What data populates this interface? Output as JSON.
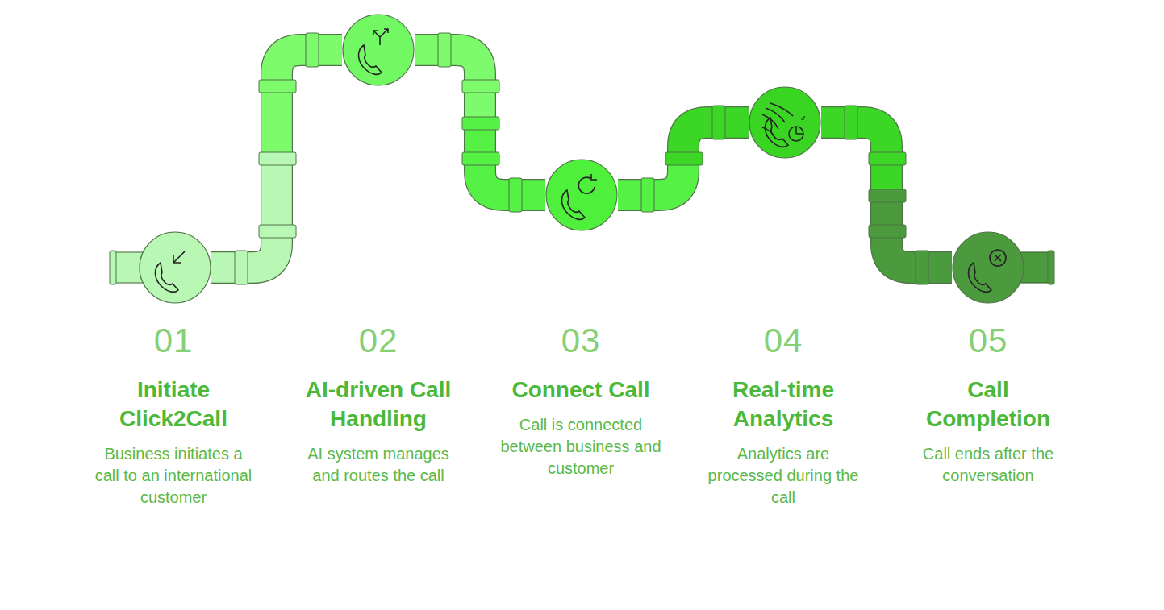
{
  "diagram": {
    "nodes": [
      {
        "text": [
          "01",
          "Initiate Click2Call",
          "Business initiates a call to an international customer"
        ]
      },
      {
        "text": [
          "02",
          "AI-driven Call Handling",
          "AI system manages and routes the call"
        ]
      },
      {
        "text": [
          "03",
          "Connect Call",
          "Call is connected between business and customer"
        ]
      },
      {
        "text": [
          "04",
          "Real-time Analytics",
          "Analytics are processed during the call"
        ]
      },
      {
        "text": [
          "05",
          "Call Completion",
          "Call ends after the conversation"
        ]
      }
    ],
    "edges": [
      {
        "from": 0,
        "to": 1,
        "arrow": "none"
      },
      {
        "from": 1,
        "to": 2,
        "arrow": "none"
      },
      {
        "from": 2,
        "to": 3,
        "arrow": "none"
      },
      {
        "from": 3,
        "to": 4,
        "arrow": "none"
      }
    ]
  }
}
